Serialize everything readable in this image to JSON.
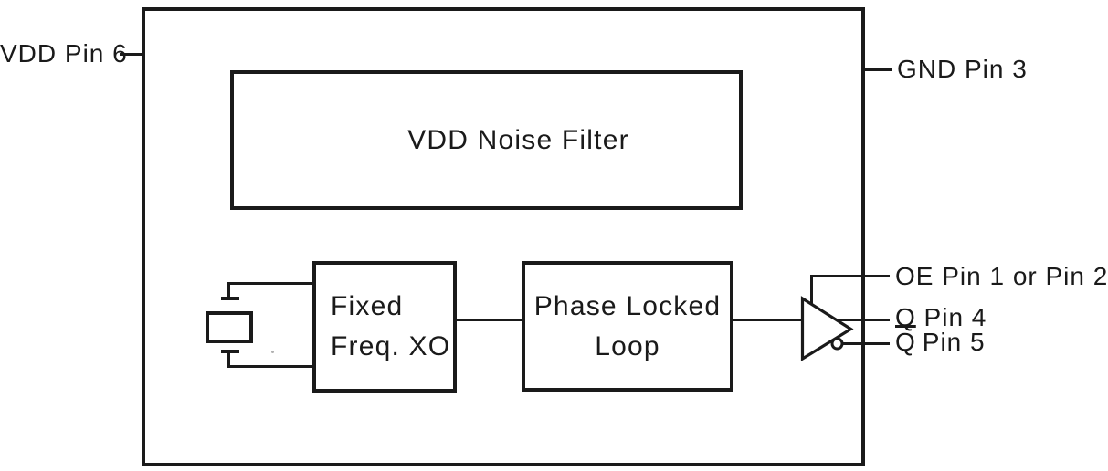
{
  "figure": {
    "background_color": "#ffffff",
    "line_color": "#1a1a1a",
    "blocks": {
      "vdd_noise_filter": {
        "label": "VDD Noise Filter"
      },
      "fixed_freq_xo": {
        "line1": "Fixed",
        "line2": "Freq. XO"
      },
      "phase_locked_loop": {
        "line1": "Phase Locked",
        "line2": "Loop"
      }
    },
    "symbols": {
      "crystal": "crystal-resonator-symbol",
      "output_buffer": "inverting-output-buffer-triangle"
    },
    "pin_labels": {
      "vdd": "VDD Pin 6",
      "gnd": "GND Pin 3",
      "oe": "OE Pin 1 or Pin 2",
      "q": "Q Pin 4",
      "q_bar_overlined": "Q",
      "q_bar_rest": "Pin 5"
    }
  }
}
